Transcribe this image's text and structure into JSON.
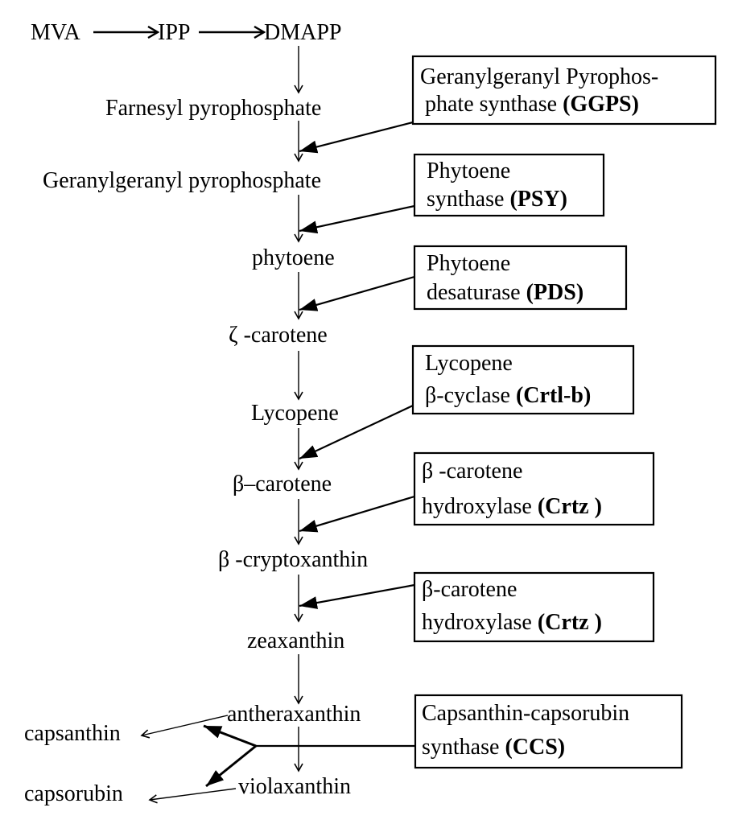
{
  "top_chain": [
    "MVA",
    "IPP",
    "DMAPP"
  ],
  "metabolites": {
    "farnesyl_pp": "Farnesyl  pyrophosphate",
    "ggpp": "Geranylgeranyl pyrophosphate",
    "phytoene": "phytoene",
    "zeta_carotene": "ζ -carotene",
    "lycopene": "Lycopene",
    "beta_carotene": "β–carotene",
    "beta_cryptoxanthin": "β -cryptoxanthin",
    "zeaxanthin": "zeaxanthin",
    "antheraxanthin": "antheraxanthin",
    "violaxanthin": "violaxanthin",
    "capsanthin": "capsanthin",
    "capsorubin": "capsorubin"
  },
  "enzymes": {
    "ggps": {
      "line1": "Geranylgeranyl Pyrophos-",
      "line2": "phate synthase ",
      "abbr": "(GGPS)"
    },
    "psy": {
      "line1": "Phytoene",
      "line2": "synthase ",
      "abbr": "(PSY)"
    },
    "pds": {
      "line1": "Phytoene",
      "line2": "desaturase ",
      "abbr": "(PDS)"
    },
    "crtlb": {
      "line1": "Lycopene",
      "line2": "β-cyclase ",
      "abbr": "(Crtl-b)"
    },
    "crtz1": {
      "line1": "β -carotene",
      "line2": "hydroxylase ",
      "abbr": "(Crtz )"
    },
    "crtz2": {
      "line1": "β-carotene",
      "line2": "hydroxylase ",
      "abbr": "(Crtz )"
    },
    "ccs": {
      "line1": "Capsanthin-capsorubin",
      "line2": "synthase ",
      "abbr": "(CCS)"
    }
  }
}
